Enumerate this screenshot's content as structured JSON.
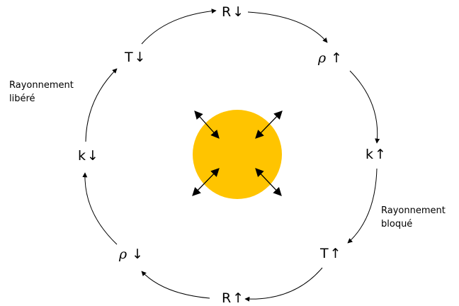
{
  "cycle_nodes": {
    "top": {
      "symbol": "R",
      "arrow": "↓"
    },
    "upper_right": {
      "symbol": "ρ",
      "arrow": "↑"
    },
    "right": {
      "symbol": "k",
      "arrow": "↑"
    },
    "lower_right": {
      "symbol": "T",
      "arrow": "↑"
    },
    "bottom": {
      "symbol": "R",
      "arrow": "↑"
    },
    "lower_left": {
      "symbol": "ρ",
      "arrow": "↓"
    },
    "left": {
      "symbol": "k",
      "arrow": "↓"
    },
    "upper_left": {
      "symbol": "T",
      "arrow": "↓"
    }
  },
  "annotations": {
    "left": {
      "line1": "Rayonnement",
      "line2": "libéré"
    },
    "right": {
      "line1": "Rayonnement",
      "line2": "bloqué"
    }
  },
  "colors": {
    "star_fill": "#ffc400",
    "stroke": "#000000",
    "background": "#ffffff"
  }
}
